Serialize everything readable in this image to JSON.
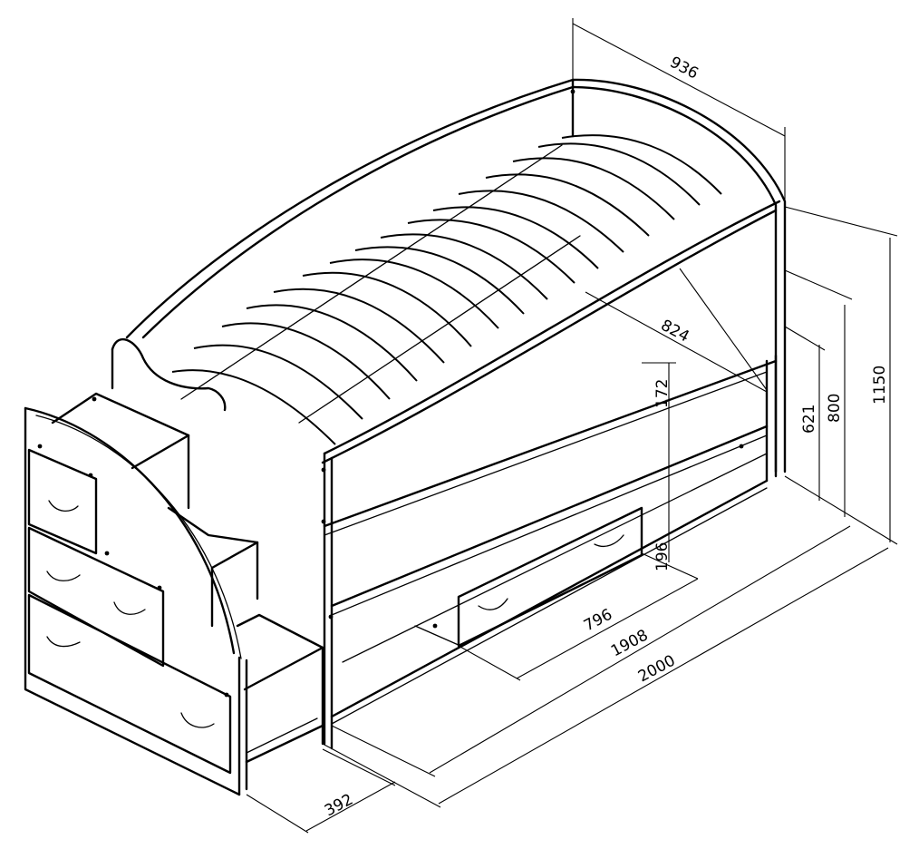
{
  "dimensions": {
    "width_top": "936",
    "height_total": "1150",
    "height_800": "800",
    "height_621": "621",
    "inner_824": "824",
    "gap_172": "172",
    "drawer_196": "196",
    "drawer_796": "796",
    "inner_1908": "1908",
    "length_2000": "2000",
    "stairs_392": "392"
  },
  "colors": {
    "line": "#000000",
    "background": "#ffffff"
  }
}
